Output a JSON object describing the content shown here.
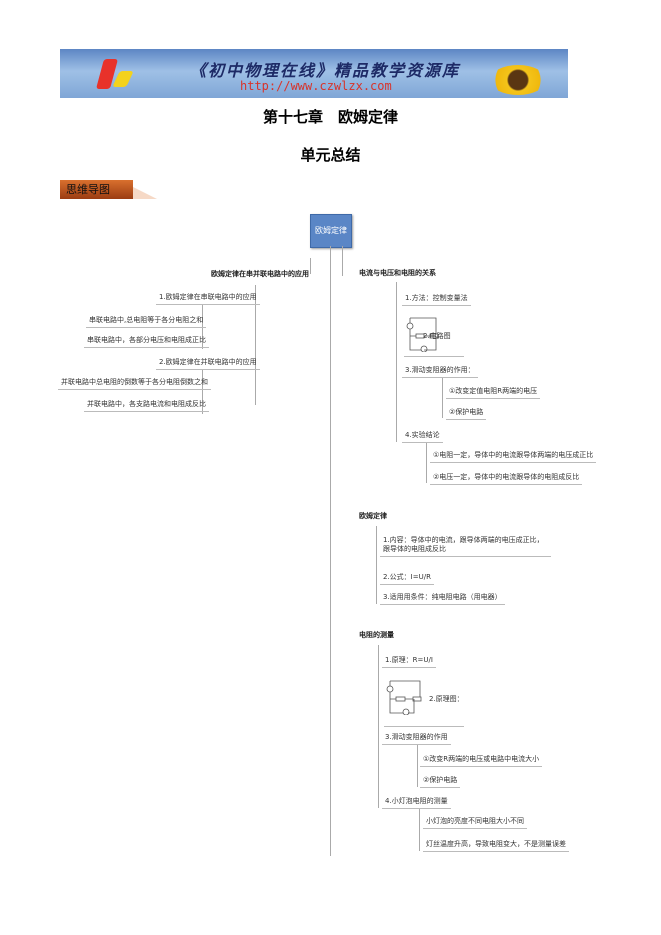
{
  "banner": {
    "title": "《初中物理在线》精品教学资源库",
    "url": "http://www.czwlzx.com"
  },
  "chapter_title": "第十七章　欧姆定律",
  "section_title": "单元总结",
  "section_tag": "思维导图",
  "mindmap": {
    "root": "欧姆定律",
    "left": {
      "label": "欧姆定律在串并联电路中的应用",
      "items": [
        {
          "label": "1.欧姆定律在串联电路中的应用",
          "children": [
            "串联电路中,总电阻等于各分电阻之和",
            "串联电路中，各部分电压和电阻成正比"
          ]
        },
        {
          "label": "2.欧姆定律在并联电路中的应用",
          "children": [
            "并联电路中总电阻的倒数等于各分电阻倒数之和",
            "并联电路中，各支路电流和电阻成反比"
          ]
        }
      ]
    },
    "right": [
      {
        "label": "电流与电压和电阻的关系",
        "items": [
          {
            "label": "1.方法：控制变量法",
            "children": []
          },
          {
            "label": "2.电路图",
            "children": []
          },
          {
            "label": "3.滑动变阻器的作用：",
            "children": [
              "①改变定值电阻R两端的电压",
              "②保护电路"
            ]
          },
          {
            "label": "4.实验结论",
            "children": [
              "①电阻一定，导体中的电流跟导体两端的电压成正比",
              "②电压一定，导体中的电流跟导体的电阻成反比"
            ]
          }
        ]
      },
      {
        "label": "欧姆定律",
        "items": [
          {
            "label": "1.内容：导体中的电流，跟导体两端的电压成正比，跟导体的电阻成反比",
            "children": []
          },
          {
            "label": "2.公式：I=U/R",
            "children": []
          },
          {
            "label": "3.适用用条件：纯电阻电路（用电器）",
            "children": []
          }
        ]
      },
      {
        "label": "电阻的测量",
        "items": [
          {
            "label": "1.原理：R=U/I",
            "children": []
          },
          {
            "label": "2.原理图：",
            "children": []
          },
          {
            "label": "3.滑动变阻器的作用",
            "children": [
              "①改变R两端的电压或电路中电流大小",
              "②保护电路"
            ]
          },
          {
            "label": "4.小灯泡电阻的测量",
            "children": [
              "小灯泡的亮度不同电阻大小不同",
              "灯丝温度升高，导致电阻变大，不是测量误差"
            ]
          }
        ]
      }
    ]
  }
}
